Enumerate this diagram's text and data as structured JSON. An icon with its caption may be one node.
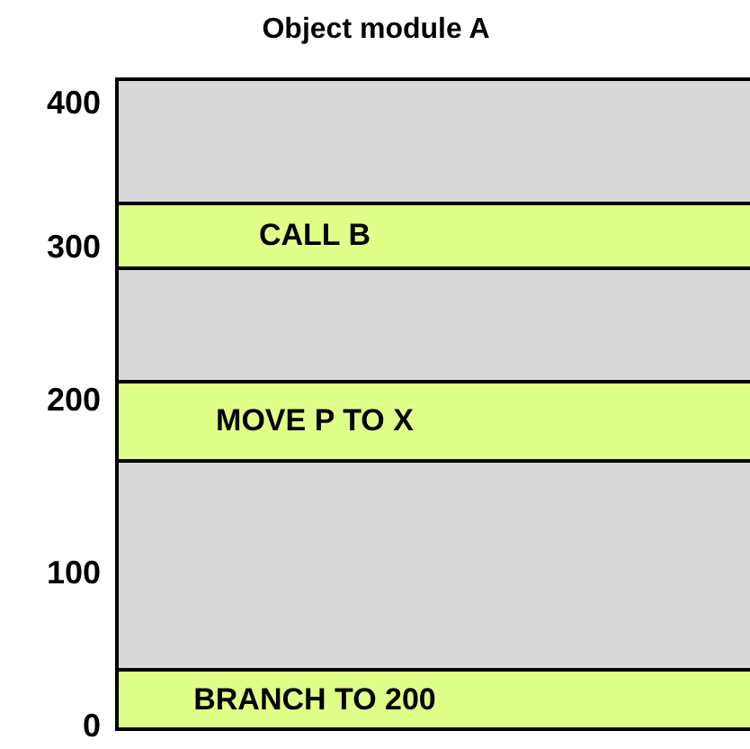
{
  "diagram": {
    "nodes": [
      {
        "text": [
          "Object module A"
        ]
      },
      {
        "text": [
          "CALL B"
        ],
        "in": 0
      },
      {
        "text": [
          "MOVE P TO X"
        ],
        "in": 0
      },
      {
        "text": [
          "BRANCH TO 200"
        ],
        "in": 0
      }
    ],
    "labels": [
      "400",
      "300",
      "200",
      "100",
      "0"
    ]
  }
}
